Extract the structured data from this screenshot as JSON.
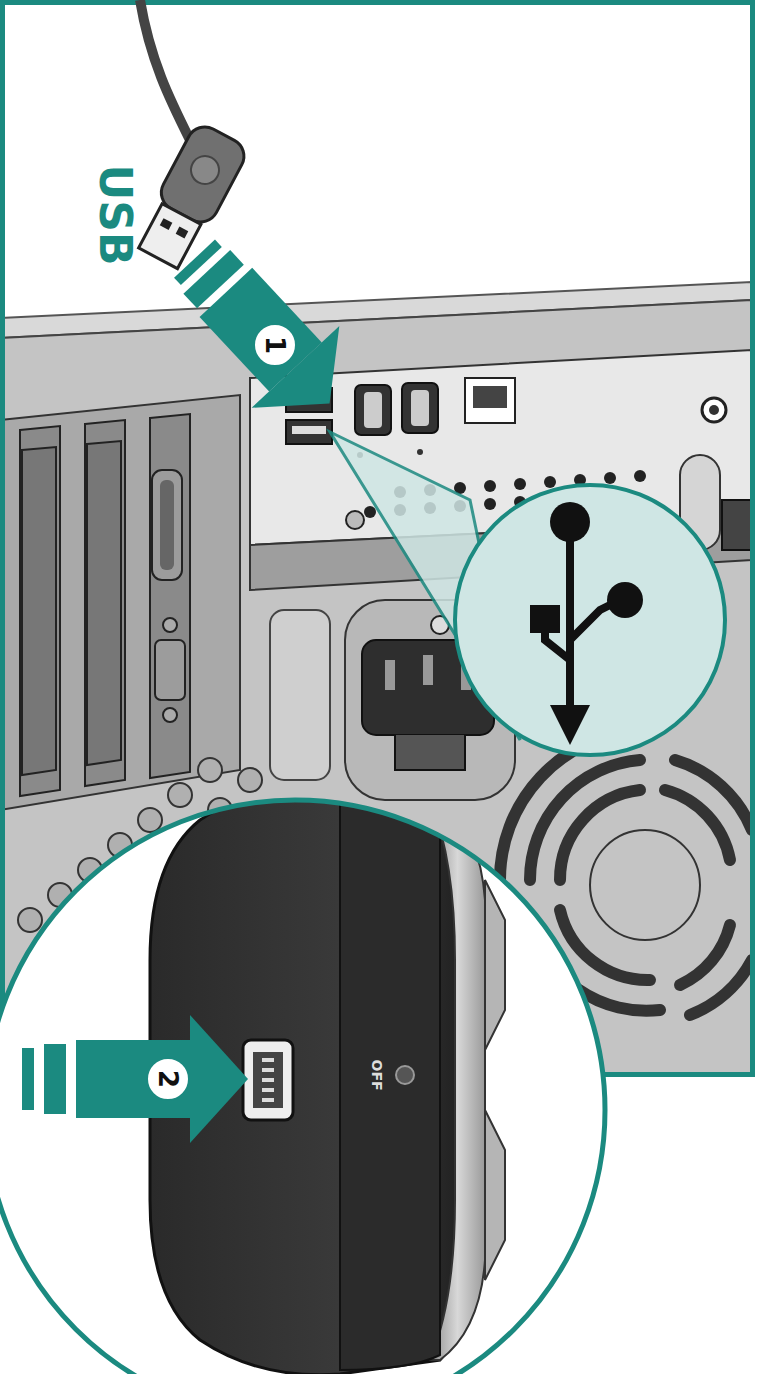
{
  "diagram": {
    "labels": [
      "USB",
      "1",
      "2",
      "OFF"
    ]
  }
}
